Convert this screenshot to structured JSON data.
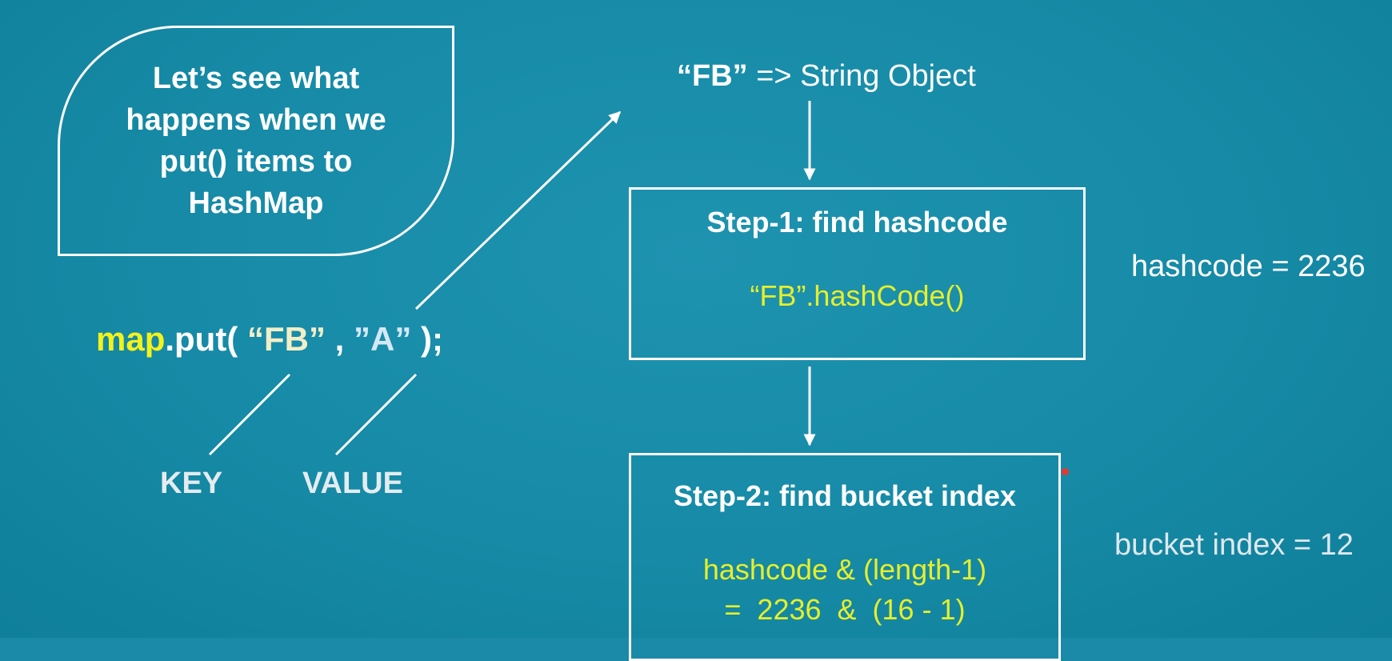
{
  "bubble": {
    "lines": [
      "Let’s see what",
      "happens when we",
      "put() items to",
      "HashMap"
    ]
  },
  "code": {
    "map_word": "map",
    "put_open": ".put( ",
    "key": "“FB”",
    "comma": " , ",
    "value": "”A”",
    "close": " );"
  },
  "labels": {
    "key": "KEY",
    "value": "VALUE"
  },
  "string_object": {
    "literal": "“FB”",
    "rest": " => String Object"
  },
  "step1": {
    "title": "Step-1: find hashcode",
    "code": "“FB”.hashCode()"
  },
  "step2": {
    "title": "Step-2: find bucket index",
    "code_line1": "hashcode & (length-1)",
    "code_line2": "=  2236  &  (16 - 1)"
  },
  "results": {
    "hashcode": "hashcode = 2236",
    "bucket_index": "bucket index = 12"
  },
  "colors": {
    "background": "#1a8aa8",
    "highlight_yellow": "#f5f21a",
    "code_yellow": "#e6ef2a",
    "line_white": "#ffffff",
    "marker_red": "#e53935"
  },
  "icons": {
    "arrow": "arrowhead",
    "marker": "red-dot"
  }
}
